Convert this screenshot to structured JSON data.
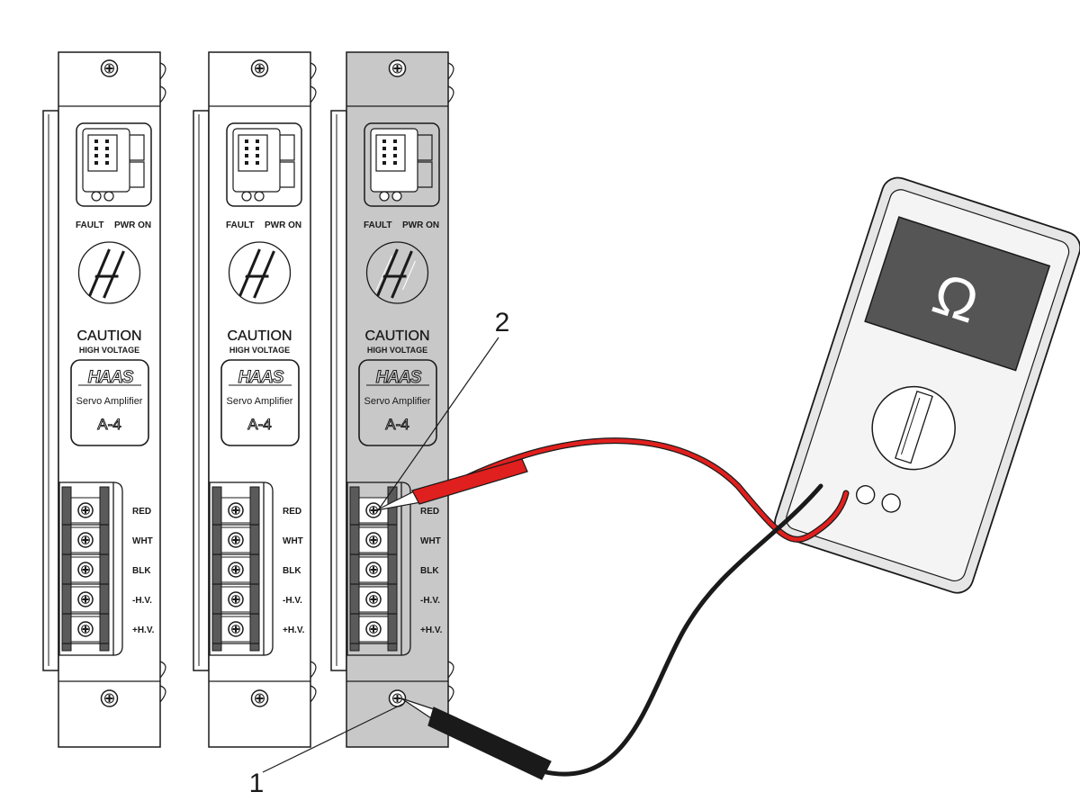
{
  "amplifiers": [
    {
      "leds": {
        "fault": "FAULT",
        "pwr_on": "PWR ON"
      },
      "caution": "CAUTION",
      "high_voltage": "HIGH VOLTAGE",
      "brand": "HAAS",
      "product": "Servo Amplifier",
      "model": "A-4",
      "terminals": [
        "RED",
        "WHT",
        "BLK",
        "-H.V.",
        "+H.V."
      ],
      "highlighted": false
    },
    {
      "leds": {
        "fault": "FAULT",
        "pwr_on": "PWR ON"
      },
      "caution": "CAUTION",
      "high_voltage": "HIGH VOLTAGE",
      "brand": "HAAS",
      "product": "Servo Amplifier",
      "model": "A-4",
      "terminals": [
        "RED",
        "WHT",
        "BLK",
        "-H.V.",
        "+H.V."
      ],
      "highlighted": false
    },
    {
      "leds": {
        "fault": "FAULT",
        "pwr_on": "PWR ON"
      },
      "caution": "CAUTION",
      "high_voltage": "HIGH VOLTAGE",
      "brand": "HAAS",
      "product": "Servo Amplifier",
      "model": "A-4",
      "terminals": [
        "RED",
        "WHT",
        "BLK",
        "-H.V.",
        "+H.V."
      ],
      "highlighted": true
    }
  ],
  "meter": {
    "display_symbol": "Ω"
  },
  "callouts": {
    "ground_point": "1",
    "red_terminal": "2"
  },
  "colors": {
    "panel": "#ffffff",
    "panel_highlight": "#c8c8c8",
    "outline": "#1a1a1a",
    "terminal_block": "#5a5a5a",
    "red_lead": "#e0201e",
    "black_lead": "#1a1a1a",
    "meter_body": "#e6e6e6",
    "meter_display": "#555555"
  }
}
